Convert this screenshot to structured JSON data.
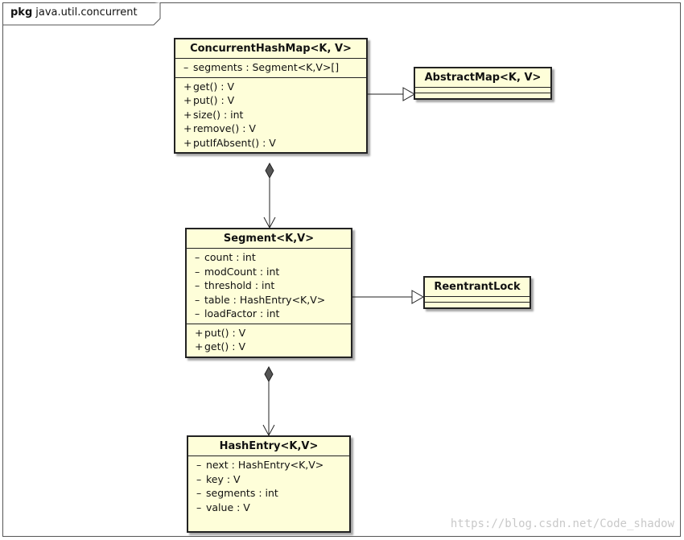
{
  "package": {
    "keyword": "pkg",
    "name": "java.util.concurrent"
  },
  "classes": {
    "concurrent_hash_map": {
      "name": "ConcurrentHashMap<K, V>",
      "attributes": [
        {
          "mod": "–",
          "text": "segments : Segment<K,V>[]"
        }
      ],
      "operations": [
        {
          "mod": "+",
          "text": "get() : V"
        },
        {
          "mod": "+",
          "text": "put() : V"
        },
        {
          "mod": "+",
          "text": "size() : int"
        },
        {
          "mod": "+",
          "text": "remove() : V"
        },
        {
          "mod": "+",
          "text": "putIfAbsent() : V"
        }
      ]
    },
    "abstract_map": {
      "name": "AbstractMap<K, V>"
    },
    "segment": {
      "name": "Segment<K,V>",
      "attributes": [
        {
          "mod": "–",
          "text": "count : int"
        },
        {
          "mod": "–",
          "text": "modCount : int"
        },
        {
          "mod": "–",
          "text": "threshold : int"
        },
        {
          "mod": "–",
          "text": "table : HashEntry<K,V>"
        },
        {
          "mod": "–",
          "text": "loadFactor : int"
        }
      ],
      "operations": [
        {
          "mod": "+",
          "text": "put() : V"
        },
        {
          "mod": "+",
          "text": "get() : V"
        }
      ]
    },
    "reentrant_lock": {
      "name": "ReentrantLock"
    },
    "hash_entry": {
      "name": "HashEntry<K,V>",
      "attributes": [
        {
          "mod": "–",
          "text": "next : HashEntry<K,V>"
        },
        {
          "mod": "–",
          "text": "key : V"
        },
        {
          "mod": "–",
          "text": "segments : int"
        },
        {
          "mod": "–",
          "text": "value : V"
        }
      ]
    }
  },
  "colors": {
    "class_fill": "#fefed9",
    "line": "#222222",
    "watermark": "#c9c9c9"
  },
  "watermark": "https://blog.csdn.net/Code_shadow"
}
